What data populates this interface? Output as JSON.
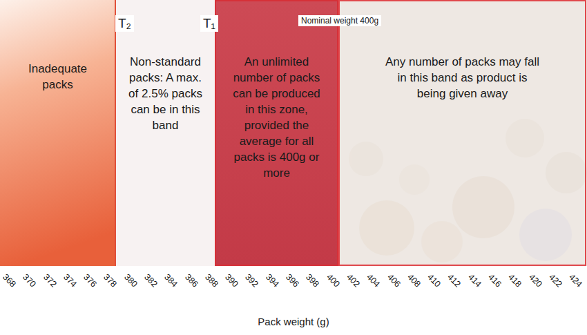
{
  "diagram": {
    "nodes": [
      {
        "text": [
          "Inadequate packs"
        ]
      },
      {
        "text": [
          "Non-standard packs: A max. of 2.5% packs can be in this band"
        ]
      },
      {
        "text": [
          "An unlimited number of packs can be produced in this zone, provided the average for all packs is 400g or more"
        ]
      },
      {
        "text": [
          "Any number of packs may fall in this band as product is being given away"
        ]
      }
    ],
    "labels": [
      "T₂",
      "T₁",
      "Nominal weight 400g",
      "368",
      "370",
      "372",
      "374",
      "376",
      "378",
      "380",
      "382",
      "384",
      "386",
      "388",
      "390",
      "392",
      "394",
      "396",
      "398",
      "400",
      "402",
      "404",
      "406",
      "408",
      "410",
      "412",
      "414",
      "416",
      "418",
      "420",
      "422",
      "424",
      "Pack weight (g)"
    ]
  }
}
